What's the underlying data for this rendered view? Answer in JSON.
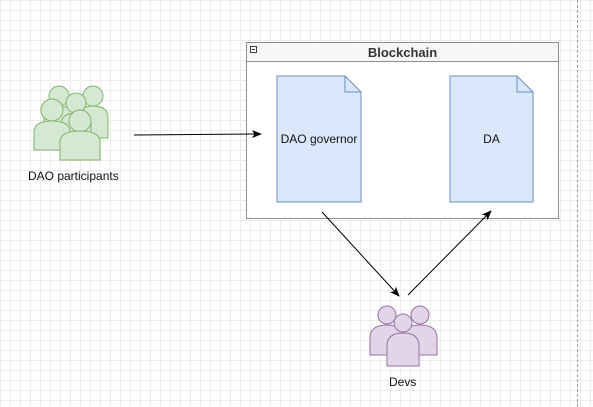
{
  "container": {
    "title": "Blockchain"
  },
  "documents": [
    {
      "label": "DAO governor",
      "fill": "#dae8fc",
      "stroke": "#6c8ebf"
    },
    {
      "label": "DA",
      "fill": "#dae8fc",
      "stroke": "#6c8ebf"
    }
  ],
  "actors": [
    {
      "label": "DAO participants",
      "fill": "#d5e8d4",
      "stroke": "#82b366"
    },
    {
      "label": "Devs",
      "fill": "#e1d5e7",
      "stroke": "#9673a6"
    }
  ]
}
